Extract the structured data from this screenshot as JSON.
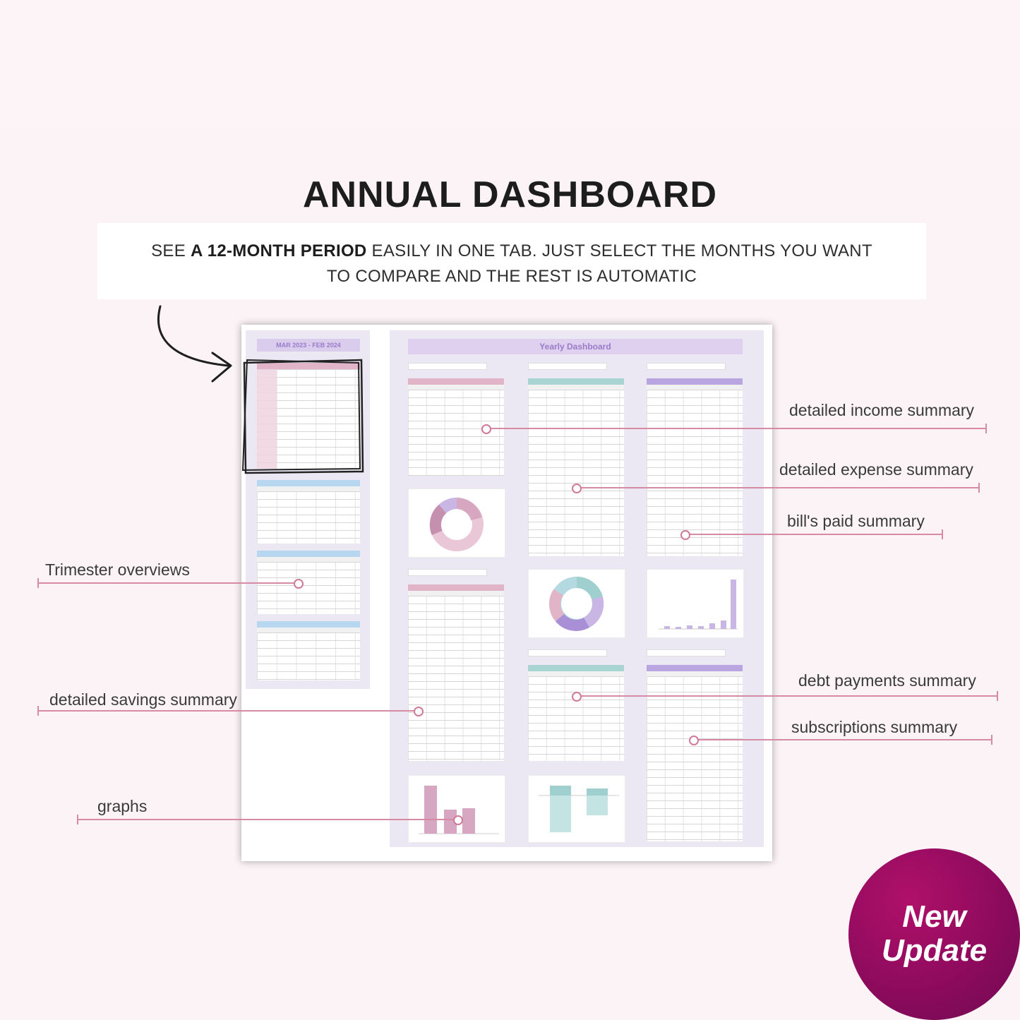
{
  "title": "ANNUAL DASHBOARD",
  "subtitle": {
    "line1_pre": "SEE ",
    "line1_bold": "A 12-MONTH PERIOD",
    "line1_post": " EASILY IN ONE TAB. JUST SELECT THE MONTHS YOU WANT",
    "line2": "TO COMPARE AND THE REST IS AUTOMATIC"
  },
  "dashboard": {
    "period_label": "MAR 2023 - FEB 2024",
    "yearly_title": "Yearly Dashboard"
  },
  "annotations": {
    "income": "detailed income summary",
    "expense": "detailed expense summary",
    "bills": "bill's paid summary",
    "trimester": "Trimester overviews",
    "savings": "detailed savings summary",
    "debt": "debt payments summary",
    "subscriptions": "subscriptions summary",
    "graphs": "graphs"
  },
  "badge": {
    "line1": "New",
    "line2": "Update"
  },
  "colors": {
    "pink": "#e2b4c8",
    "teal": "#a9d4d4",
    "purple": "#b9a6e0",
    "blue": "#b7d7f0",
    "annotation_line": "#d78aa3",
    "badge": "#9a0c63"
  }
}
